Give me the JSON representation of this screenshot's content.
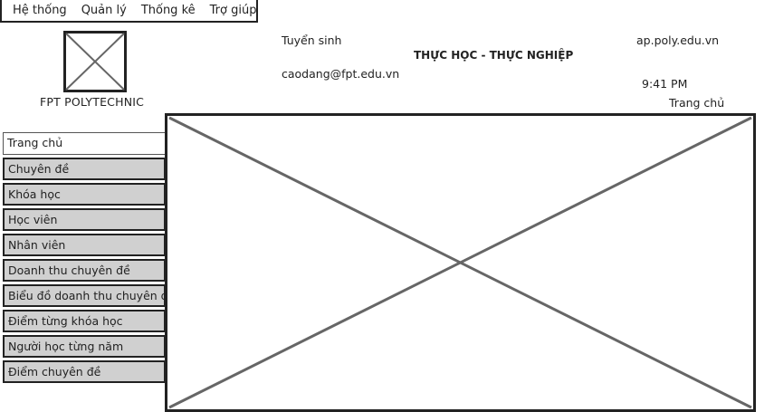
{
  "menu": [
    "Hệ thống",
    "Quản lý",
    "Thống kê",
    "Trợ giúp"
  ],
  "brand": {
    "name": "FPT POLYTECHNIC",
    "logo_icon": "image-placeholder-icon"
  },
  "header": {
    "admission": "Tuyển sinh",
    "email": "caodang@fpt.edu.vn",
    "slogan": "THỰC HỌC - THỰC NGHIỆP",
    "website": "ap.poly.edu.vn",
    "time": "9:41 PM",
    "current_page": "Trang chủ"
  },
  "sidebar": {
    "active_index": 0,
    "items": [
      "Trang chủ",
      "Chuyên đề",
      "Khóa học",
      "Học viên",
      "Nhân viên",
      "Doanh thu chuyên đề",
      "Biểu đồ doanh thu chuyên đề",
      "Điểm từng khóa học",
      "Người học từng năm",
      "Điểm chuyên đề"
    ]
  },
  "content": {
    "icon": "image-placeholder-icon"
  },
  "colors": {
    "nav_bg": "#d0d0d0",
    "border": "#222222"
  }
}
